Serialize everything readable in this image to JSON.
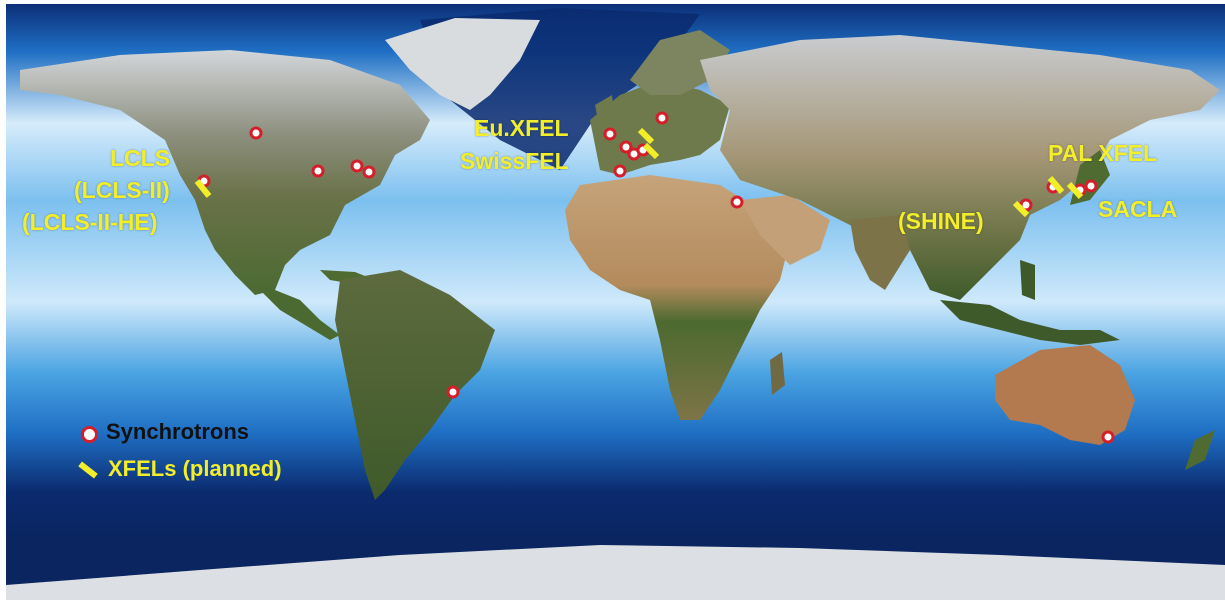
{
  "colors": {
    "ocean_light": "#c9e7fb",
    "ocean_mid": "#2e8fd8",
    "ocean_deep": "#0b2a6e",
    "ice": "#dcdfe3",
    "land_green": "#4f6b32",
    "land_desert": "#b8946a",
    "label_yellow": "#f2ee2a",
    "marker_red": "#d41f2a",
    "legend_dark": "#111111"
  },
  "labels": {
    "lcls": "LCLS",
    "lcls_ii": "(LCLS-II)",
    "lcls_ii_he": "(LCLS-II-HE)",
    "eu_xfel": "Eu.XFEL",
    "swissfel": "SwissFEL",
    "pal_xfel": "PAL XFEL",
    "sacla": "SACLA",
    "shine": "(SHINE)"
  },
  "legend": {
    "synchrotrons": "Synchrotrons",
    "xfels": "XFELs (planned)"
  }
}
